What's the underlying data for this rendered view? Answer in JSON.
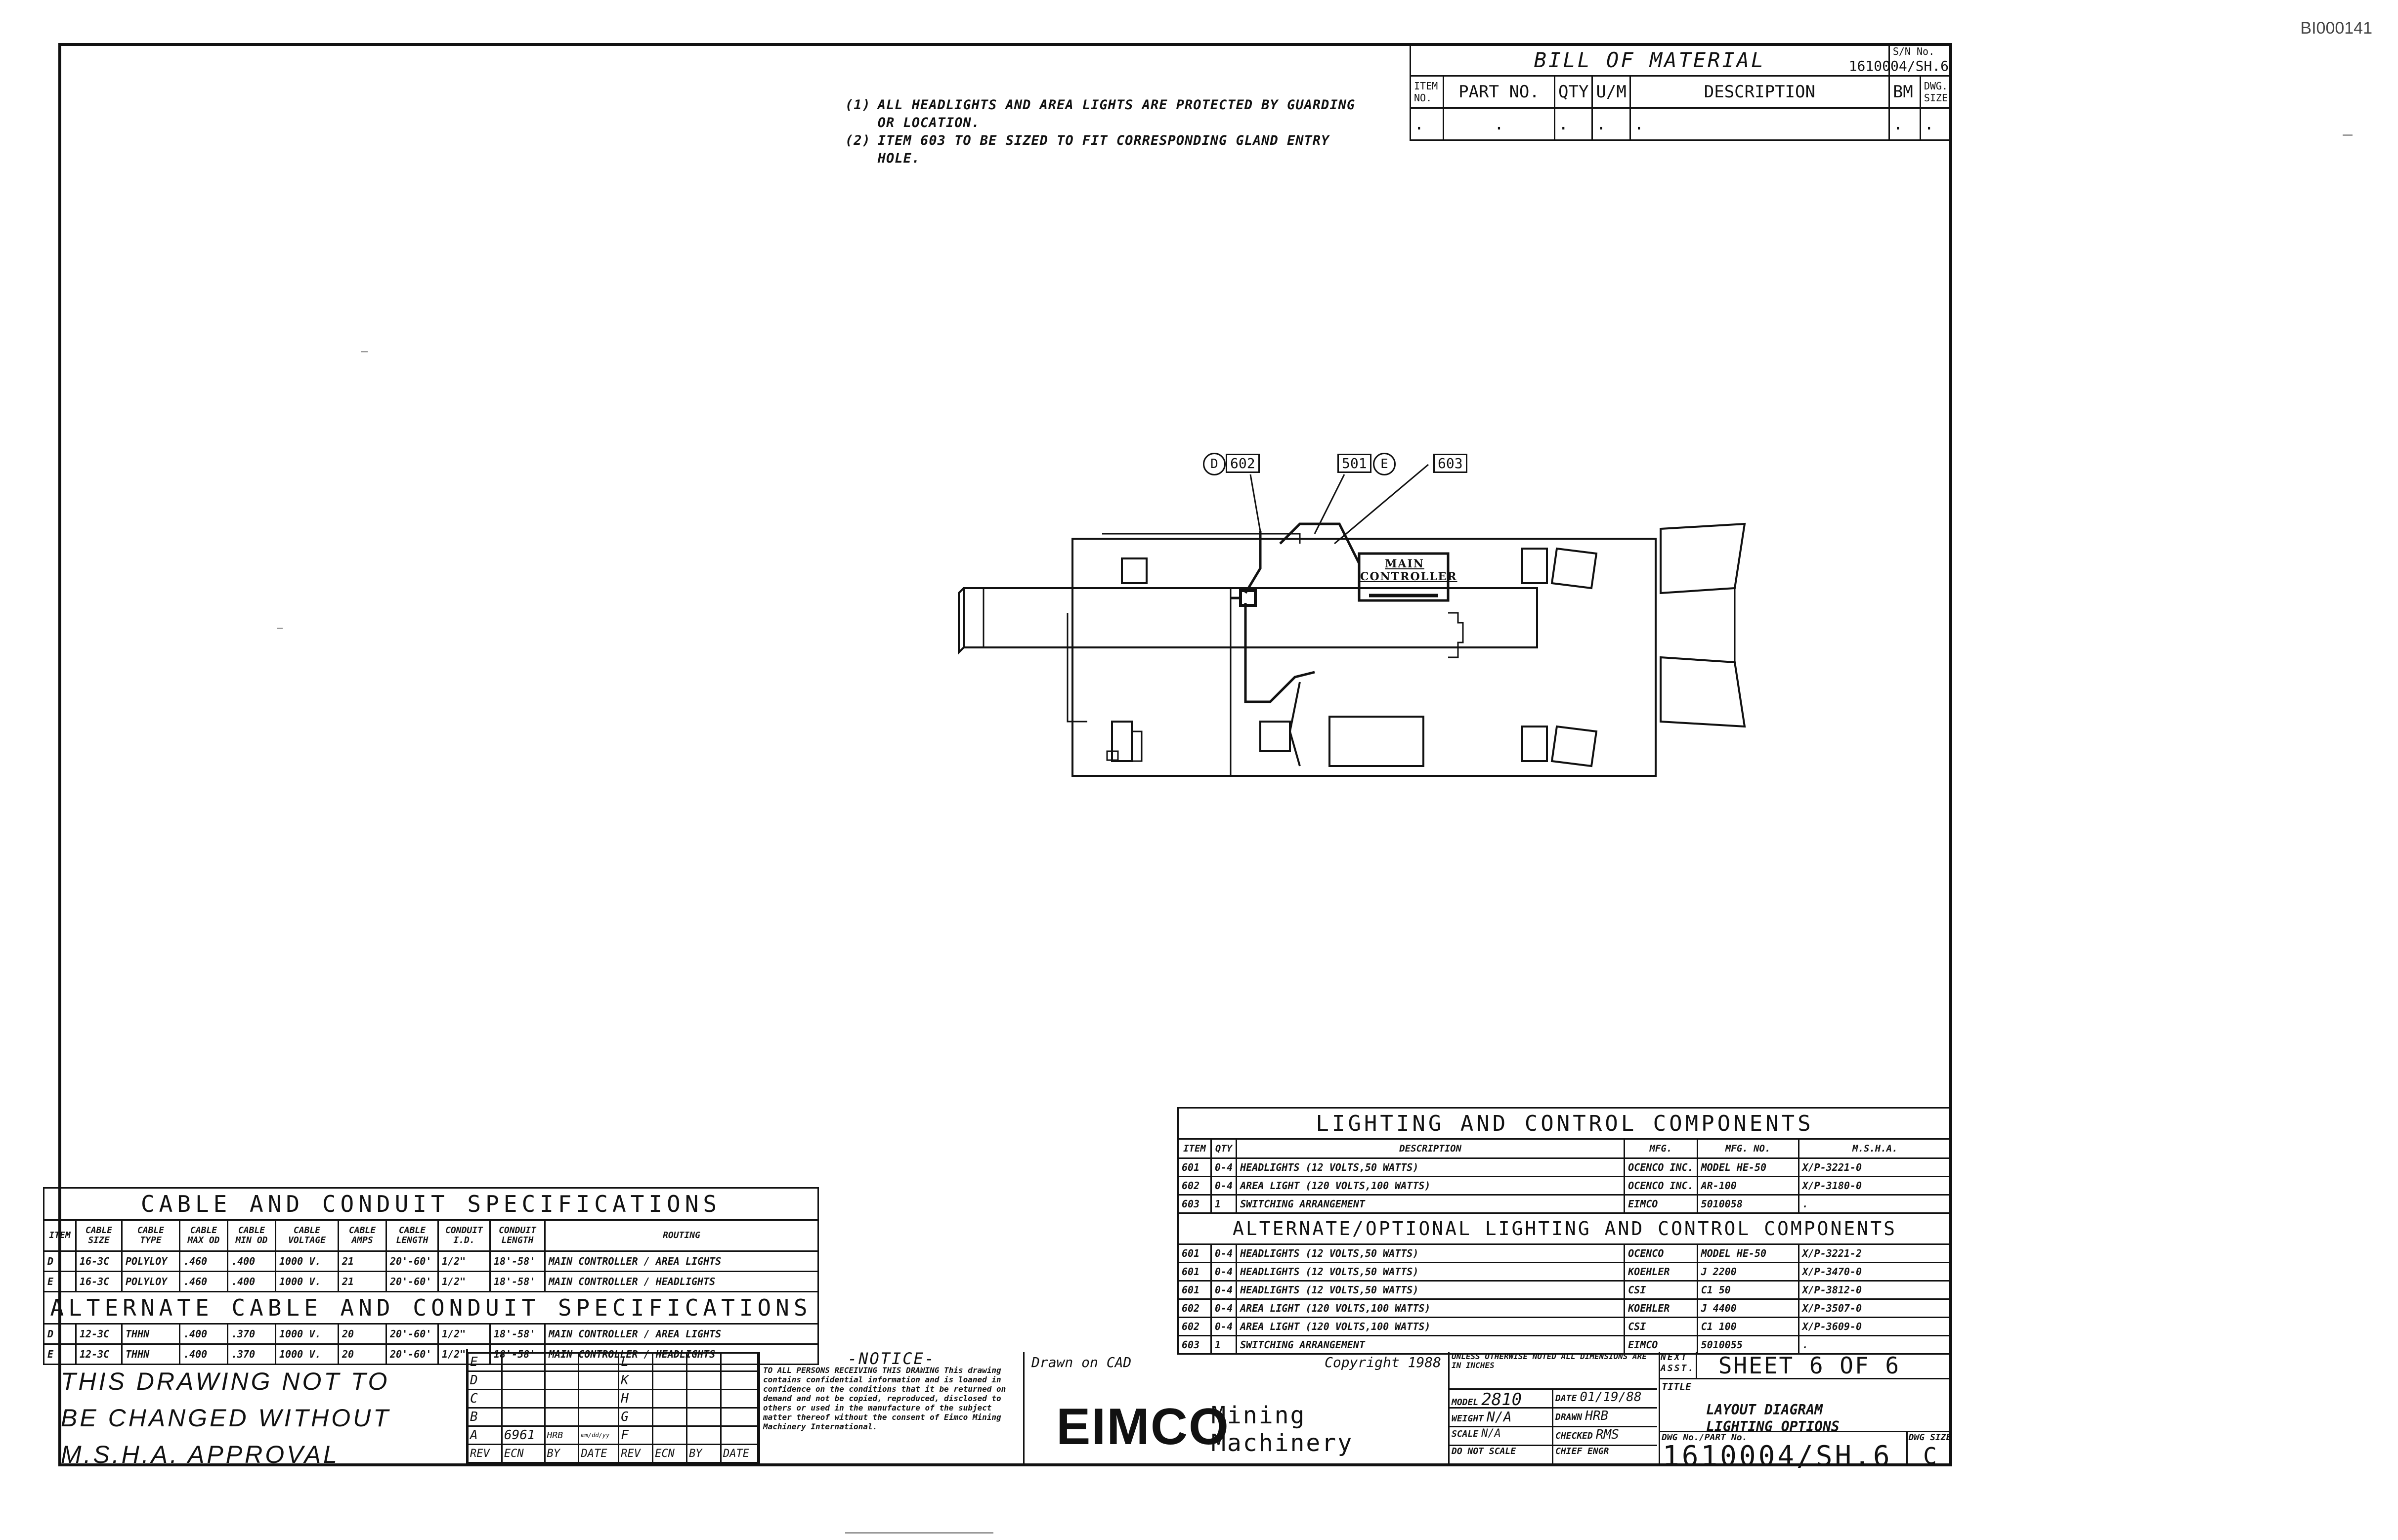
{
  "doc_id": "BI000141",
  "notes": [
    {
      "num": "(1)",
      "text": "ALL HEADLIGHTS AND AREA LIGHTS ARE PROTECTED BY GUARDING OR LOCATION."
    },
    {
      "num": "(2)",
      "text": "ITEM 603 TO BE SIZED TO FIT CORRESPONDING GLAND ENTRY HOLE."
    }
  ],
  "bom": {
    "title": "BILL OF MATERIAL",
    "sn_label": "S/N No.",
    "sn_value": "1610004/SH.6",
    "headers": [
      "ITEM NO.",
      "PART NO.",
      "QTY",
      "U/M",
      "DESCRIPTION",
      "BM",
      "DWG. SIZE"
    ],
    "row": [
      ".",
      ".",
      ".",
      ".",
      ".",
      ".",
      "."
    ]
  },
  "diagram": {
    "callouts": [
      "602",
      "501",
      "603"
    ],
    "circled": [
      "D",
      "E"
    ],
    "controller_label_1": "MAIN",
    "controller_label_2": "CONTROLLER"
  },
  "lighting": {
    "title": "LIGHTING AND CONTROL COMPONENTS",
    "headers": [
      "ITEM",
      "QTY",
      "DESCRIPTION",
      "MFG.",
      "MFG. NO.",
      "M.S.H.A."
    ],
    "rows": [
      [
        "601",
        "0-4",
        "HEADLIGHTS (12 VOLTS,50 WATTS)",
        "OCENCO INC.",
        "MODEL HE-50",
        "X/P-3221-0"
      ],
      [
        "602",
        "0-4",
        "AREA LIGHT (120 VOLTS,100 WATTS)",
        "OCENCO INC.",
        "AR-100",
        "X/P-3180-0"
      ],
      [
        "603",
        "1",
        "SWITCHING ARRANGEMENT",
        "EIMCO",
        "5010058",
        "."
      ]
    ],
    "alt_title": "ALTERNATE/OPTIONAL LIGHTING AND CONTROL COMPONENTS",
    "alt_rows": [
      [
        "601",
        "0-4",
        "HEADLIGHTS (12 VOLTS,50 WATTS)",
        "OCENCO",
        "MODEL HE-50",
        "X/P-3221-2"
      ],
      [
        "601",
        "0-4",
        "HEADLIGHTS (12 VOLTS,50 WATTS)",
        "KOEHLER",
        "J 2200",
        "X/P-3470-0"
      ],
      [
        "601",
        "0-4",
        "HEADLIGHTS (12 VOLTS,50 WATTS)",
        "CSI",
        "C1 50",
        "X/P-3812-0"
      ],
      [
        "602",
        "0-4",
        "AREA LIGHT (120 VOLTS,100 WATTS)",
        "KOEHLER",
        "J 4400",
        "X/P-3507-0"
      ],
      [
        "602",
        "0-4",
        "AREA LIGHT (120 VOLTS,100 WATTS)",
        "CSI",
        "C1 100",
        "X/P-3609-0"
      ],
      [
        "603",
        "1",
        "SWITCHING ARRANGEMENT",
        "EIMCO",
        "5010055",
        "."
      ]
    ]
  },
  "cable": {
    "title": "CABLE AND CONDUIT SPECIFICATIONS",
    "headers": [
      "ITEM",
      "CABLE SIZE",
      "CABLE TYPE",
      "CABLE MAX OD",
      "CABLE MIN OD",
      "CABLE VOLTAGE",
      "CABLE AMPS",
      "CABLE LENGTH",
      "CONDUIT I.D.",
      "CONDUIT LENGTH",
      "ROUTING"
    ],
    "rows": [
      [
        "D",
        "16-3C",
        "POLYLOY",
        ".460",
        ".400",
        "1000 V.",
        "21",
        "20'-60'",
        "1/2\"",
        "18'-58'",
        "MAIN CONTROLLER / AREA LIGHTS"
      ],
      [
        "E",
        "16-3C",
        "POLYLOY",
        ".460",
        ".400",
        "1000 V.",
        "21",
        "20'-60'",
        "1/2\"",
        "18'-58'",
        "MAIN CONTROLLER / HEADLIGHTS"
      ]
    ],
    "alt_title": "ALTERNATE CABLE AND CONDUIT SPECIFICATIONS",
    "alt_rows": [
      [
        "D",
        "12-3C",
        "THHN",
        ".400",
        ".370",
        "1000 V.",
        "20",
        "20'-60'",
        "1/2\"",
        "18'-58'",
        "MAIN CONTROLLER / AREA LIGHTS"
      ],
      [
        "E",
        "12-3C",
        "THHN",
        ".400",
        ".370",
        "1000 V.",
        "20",
        "20'-60'",
        "1/2\"",
        "18'-58'",
        "MAIN CONTROLLER / HEADLIGHTS"
      ]
    ]
  },
  "msha_note": [
    "THIS DRAWING NOT TO",
    "BE CHANGED WITHOUT",
    "M.S.H.A. APPROVAL"
  ],
  "revisions": {
    "left_letters": [
      "E",
      "D",
      "C",
      "B",
      "A"
    ],
    "right_letters": [
      "L",
      "K",
      "H",
      "G",
      "F"
    ],
    "row_a": {
      "ecn": "6961",
      "by": "HRB",
      "date": "mm/dd/yy"
    },
    "footer": [
      "REV",
      "ECN",
      "BY",
      "DATE",
      "REV",
      "ECN",
      "BY",
      "DATE"
    ]
  },
  "notice": {
    "title": "-NOTICE-",
    "text": "TO ALL PERSONS RECEIVING THIS DRAWING This drawing contains confidential information and is loaned in confidence on the conditions that it be returned on demand and not be copied, reproduced, disclosed to others or used in the manufacture of the subject matter thereof without the consent of Eimco Mining Machinery International."
  },
  "company": {
    "drawn_on": "Drawn on CAD",
    "copyright": "Copyright 1988",
    "logo": "EIMCO",
    "tagline": "Mining Machinery"
  },
  "title_block": {
    "tolerance_note": "UNLESS OTHERWISE NOTED ALL DIMENSIONS ARE IN INCHES",
    "model_label": "MODEL",
    "model": "2810",
    "date_label": "DATE",
    "date": "01/19/88",
    "weight_label": "WEIGHT",
    "weight": "N/A",
    "drawn_label": "DRAWN",
    "drawn": "HRB",
    "scale_label": "SCALE",
    "scale": "N/A",
    "checked_label": "CHECKED",
    "checked": "RMS",
    "do_not_scale": "DO NOT SCALE",
    "chief_label": "CHIEF ENGR",
    "next_asst": "NEXT ASST.",
    "sheet": "SHEET 6 OF 6",
    "title_label": "TITLE",
    "title_line1": "LAYOUT DIAGRAM",
    "title_line2": "LIGHTING OPTIONS",
    "dwg_label": "DWG No./PART No.",
    "dwg_no": "1610004/SH.6",
    "size_label": "DWG SIZE",
    "size": "C"
  }
}
